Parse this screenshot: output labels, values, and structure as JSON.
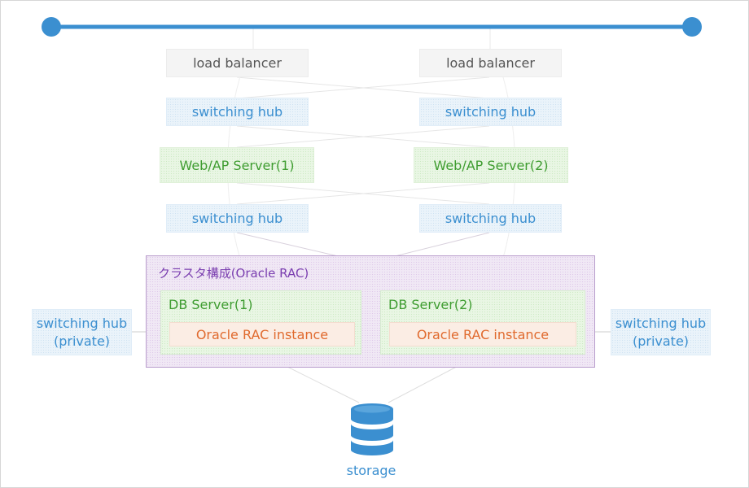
{
  "top_bus": {
    "color": "#3b8fd0"
  },
  "load_balancers": [
    {
      "label": "load balancer"
    },
    {
      "label": "load balancer"
    }
  ],
  "upper_hubs": [
    {
      "label": "switching hub"
    },
    {
      "label": "switching hub"
    }
  ],
  "web_servers": [
    {
      "label": "Web/AP Server(1)"
    },
    {
      "label": "Web/AP Server(2)"
    }
  ],
  "lower_hubs": [
    {
      "label": "switching hub"
    },
    {
      "label": "switching hub"
    }
  ],
  "cluster": {
    "label": "クラスタ構成(Oracle RAC)",
    "db_servers": [
      {
        "label": "DB Server(1)",
        "instance": "Oracle RAC instance"
      },
      {
        "label": "DB Server(2)",
        "instance": "Oracle RAC instance"
      }
    ]
  },
  "private_hubs": [
    {
      "line1": "switching hub",
      "line2": "(private)"
    },
    {
      "line1": "switching hub",
      "line2": "(private)"
    }
  ],
  "storage": {
    "label": "storage",
    "icon": "database-icon",
    "color": "#3b8fd0"
  }
}
